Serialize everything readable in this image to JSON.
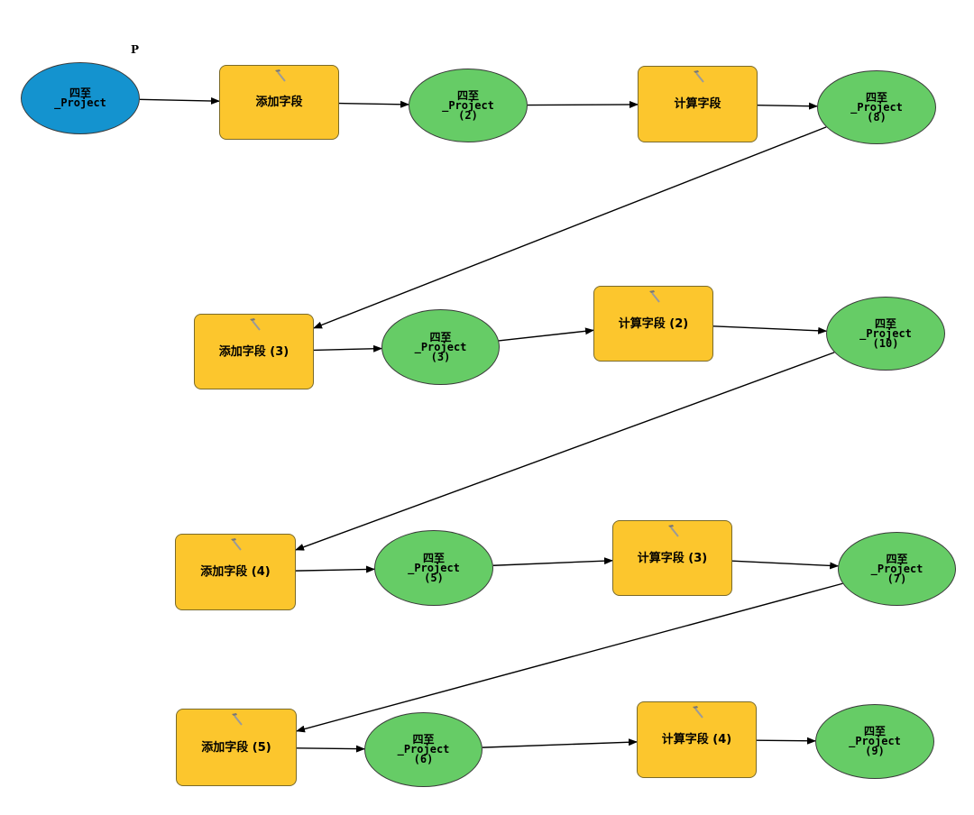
{
  "param_flag": "P",
  "nodes": {
    "n_input": {
      "kind": "input",
      "text": "四至\n_Project"
    },
    "n_add1": {
      "kind": "tool",
      "text": "添加字段"
    },
    "n_p2": {
      "kind": "data",
      "text": "四至\n_Project\n(2)"
    },
    "n_calc1": {
      "kind": "tool",
      "text": "计算字段"
    },
    "n_p8": {
      "kind": "data",
      "text": "四至\n_Project\n(8)"
    },
    "n_add3": {
      "kind": "tool",
      "text": "添加字段 (3)"
    },
    "n_p3": {
      "kind": "data",
      "text": "四至\n_Project\n(3)"
    },
    "n_calc2": {
      "kind": "tool",
      "text": "计算字段 (2)"
    },
    "n_p10": {
      "kind": "data",
      "text": "四至\n_Project\n(10)"
    },
    "n_add4": {
      "kind": "tool",
      "text": "添加字段 (4)"
    },
    "n_p5": {
      "kind": "data",
      "text": "四至\n_Project\n(5)"
    },
    "n_calc3": {
      "kind": "tool",
      "text": "计算字段 (3)"
    },
    "n_p7": {
      "kind": "data",
      "text": "四至\n_Project\n(7)"
    },
    "n_add5": {
      "kind": "tool",
      "text": "添加字段 (5)"
    },
    "n_p6": {
      "kind": "data",
      "text": "四至\n_Project\n(6)"
    },
    "n_calc4": {
      "kind": "tool",
      "text": "计算字段 (4)"
    },
    "n_p9": {
      "kind": "data",
      "text": "四至\n_Project\n(9)"
    }
  },
  "edges": [
    [
      "n_input",
      "n_add1"
    ],
    [
      "n_add1",
      "n_p2"
    ],
    [
      "n_p2",
      "n_calc1"
    ],
    [
      "n_calc1",
      "n_p8"
    ],
    [
      "n_p8",
      "n_add3"
    ],
    [
      "n_add3",
      "n_p3"
    ],
    [
      "n_p3",
      "n_calc2"
    ],
    [
      "n_calc2",
      "n_p10"
    ],
    [
      "n_p10",
      "n_add4"
    ],
    [
      "n_add4",
      "n_p5"
    ],
    [
      "n_p5",
      "n_calc3"
    ],
    [
      "n_calc3",
      "n_p7"
    ],
    [
      "n_p7",
      "n_add5"
    ],
    [
      "n_add5",
      "n_p6"
    ],
    [
      "n_p6",
      "n_calc4"
    ],
    [
      "n_calc4",
      "n_p9"
    ]
  ]
}
